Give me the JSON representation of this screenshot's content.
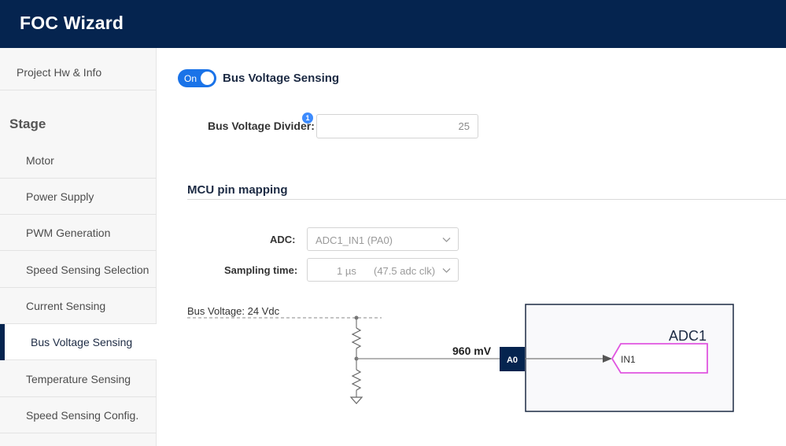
{
  "app": {
    "title": "FOC Wizard"
  },
  "sidebar": {
    "top_item": "Project Hw & Info",
    "stage_heading": "Stage",
    "items": [
      {
        "label": "Motor"
      },
      {
        "label": "Power Supply"
      },
      {
        "label": "PWM Generation"
      },
      {
        "label": "Speed Sensing Selection"
      },
      {
        "label": "Current Sensing"
      },
      {
        "label": "Bus Voltage Sensing",
        "active": true
      },
      {
        "label": "Temperature Sensing"
      },
      {
        "label": "Speed Sensing Config."
      }
    ]
  },
  "main": {
    "toggle": {
      "label": "On",
      "state": "on"
    },
    "section_title": "Bus Voltage Sensing",
    "divider": {
      "label": "Bus Voltage Divider:",
      "info_badge": "1",
      "value": "25"
    },
    "mcu": {
      "title": "MCU pin mapping",
      "adc_label": "ADC:",
      "adc_value": "ADC1_IN1 (PA0)",
      "sampling_label": "Sampling time:",
      "sampling_value": "1 µs",
      "sampling_extra": "(47.5 adc clk)"
    },
    "diagram": {
      "bus_voltage_label": "Bus Voltage: 24 Vdc",
      "measured_voltage": "960 mV",
      "pin_label": "A0",
      "adc_block_label": "ADC1",
      "input_label": "IN1"
    }
  },
  "colors": {
    "header_bg": "#05244f",
    "accent_blue": "#1a73e8",
    "adc_input_outline": "#e055e0"
  }
}
